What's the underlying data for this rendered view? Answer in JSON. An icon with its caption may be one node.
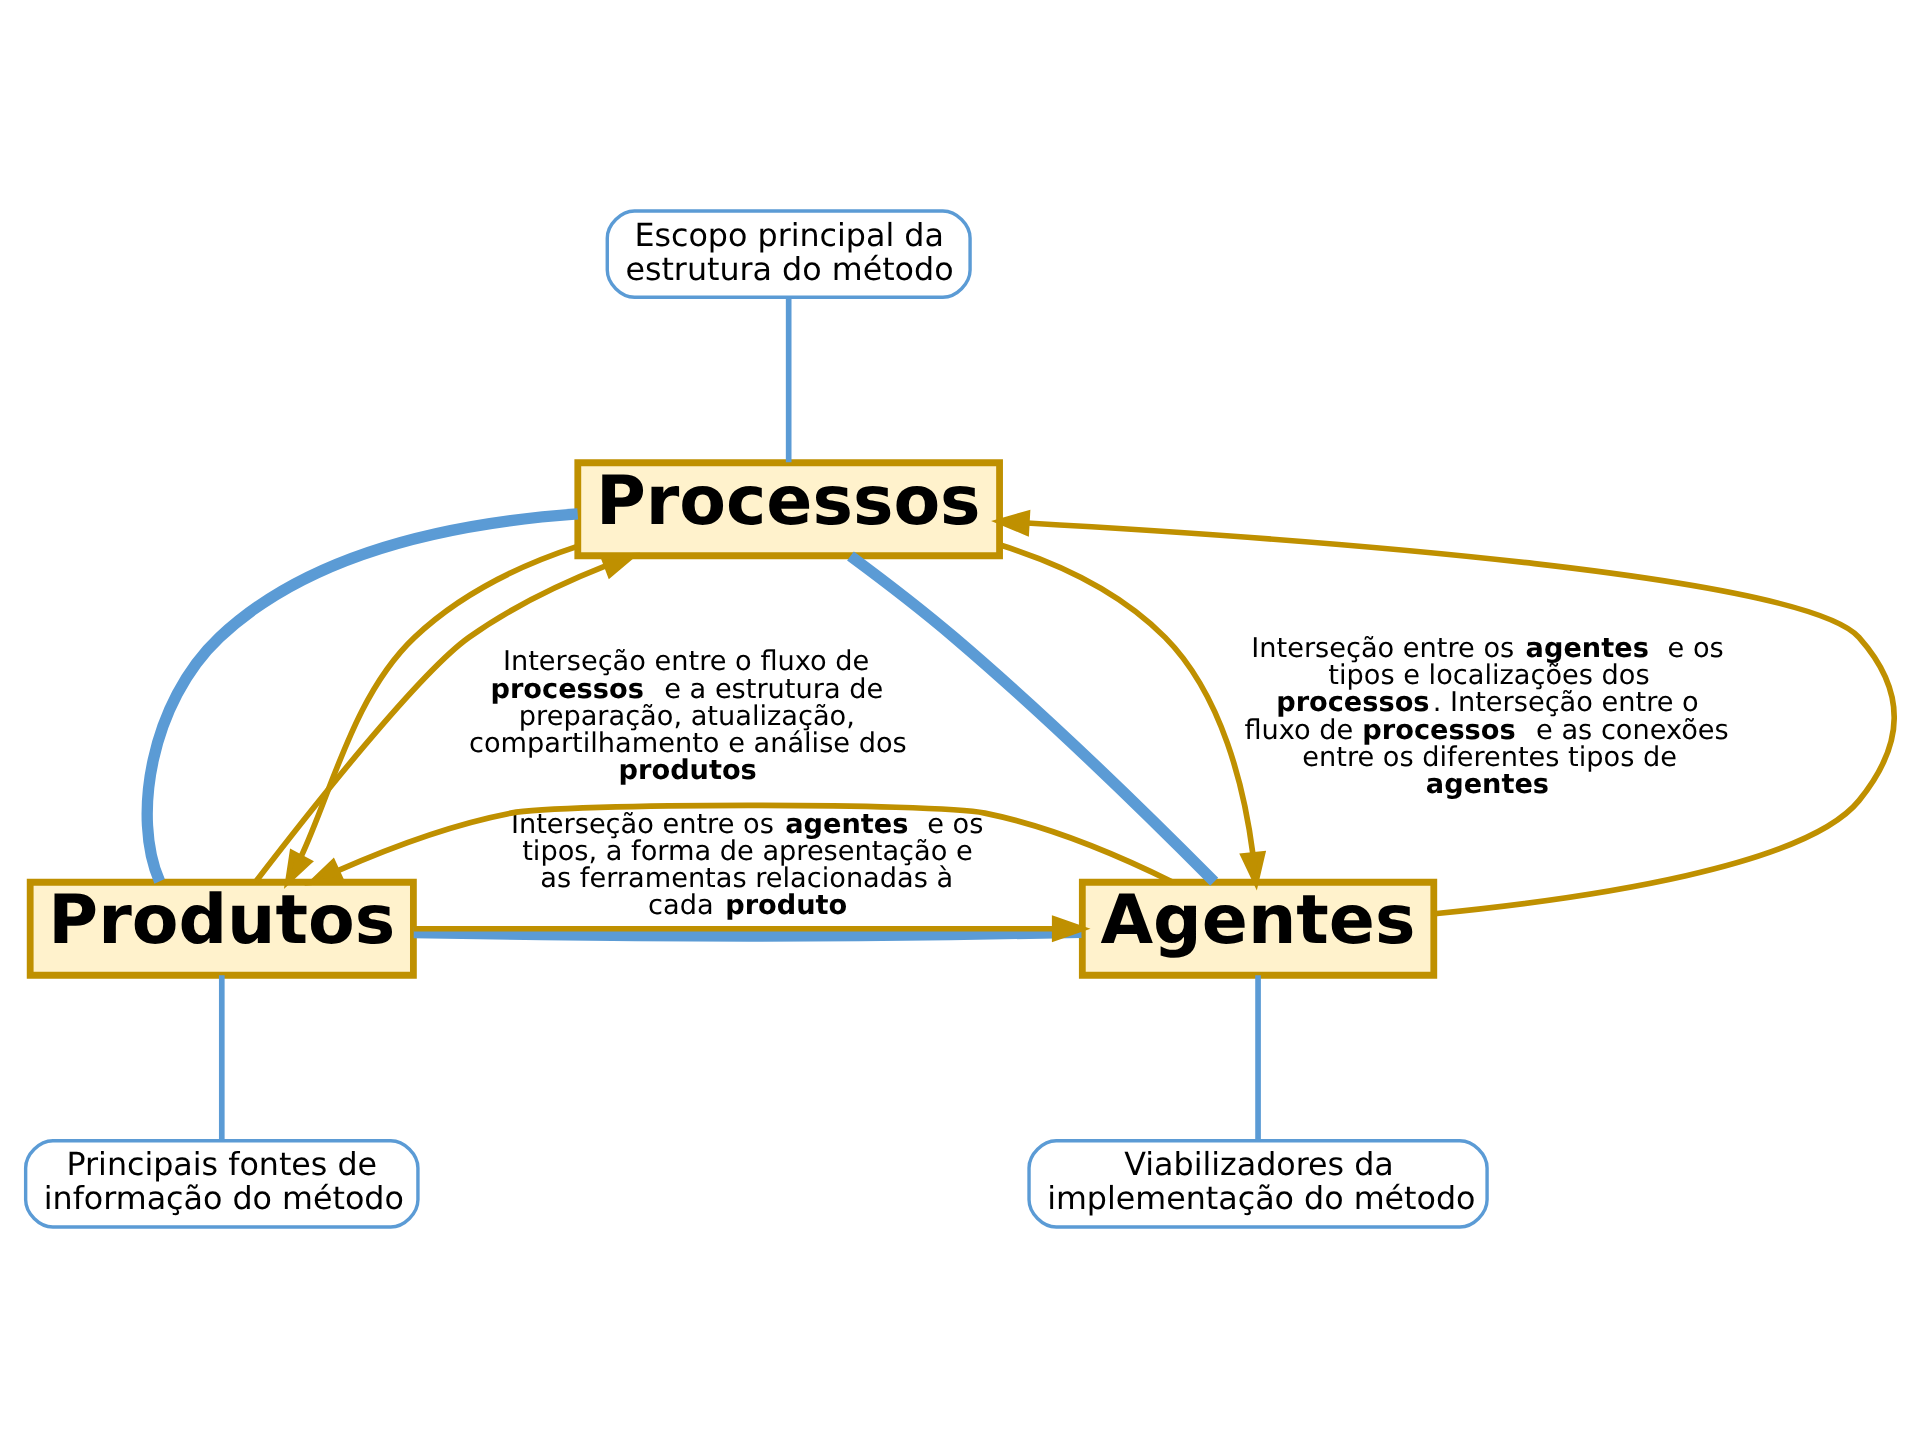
{
  "diagram": {
    "nodes": [
      {
        "text": [
          "Escopo principal da estrutura do método"
        ]
      },
      {
        "text": [
          "Processos"
        ]
      },
      {
        "text": [
          "Produtos"
        ]
      },
      {
        "text": [
          "Agentes"
        ]
      },
      {
        "text": [
          "Principais fontes de informação do método"
        ]
      },
      {
        "text": [
          "Viabilizadores da implementação do método"
        ]
      }
    ],
    "edges": [
      {
        "from": 0,
        "to": 1,
        "arrow": "none",
        "color": "#5b9bd5"
      },
      {
        "from": 1,
        "to": 2,
        "arrow": "none",
        "style": "thick",
        "color": "#5b9bd5"
      },
      {
        "from": 1,
        "to": 3,
        "arrow": "none",
        "style": "thick",
        "color": "#5b9bd5"
      },
      {
        "from": 2,
        "to": 3,
        "arrow": "none",
        "style": "thick",
        "color": "#5b9bd5"
      },
      {
        "from": 2,
        "to": 1,
        "arrow": "to",
        "color": "#bf9000",
        "label": "Interseção entre o fluxo de **processos** e a estrutura de preparação, atualização, compartilhamento e análise dos **produtos**"
      },
      {
        "from": 1,
        "to": 2,
        "arrow": "to",
        "color": "#bf9000"
      },
      {
        "from": 3,
        "to": 1,
        "arrow": "to",
        "color": "#bf9000"
      },
      {
        "from": 1,
        "to": 3,
        "arrow": "to",
        "color": "#bf9000",
        "label": "Interseção entre os **agentes** e os tipos e localizações dos **processos**. Interseção entre o fluxo de **processos** e as conexões entre os diferentes tipos de **agentes**"
      },
      {
        "from": 2,
        "to": 3,
        "arrow": "to",
        "color": "#bf9000",
        "label": "Interseção entre os **agentes** e os tipos, a forma de apresentação e as ferramentas relacionadas à cada **produto**"
      },
      {
        "from": 3,
        "to": 2,
        "arrow": "to",
        "color": "#bf9000"
      },
      {
        "from": 4,
        "to": 2,
        "arrow": "none",
        "color": "#5b9bd5"
      },
      {
        "from": 5,
        "to": 3,
        "arrow": "none",
        "color": "#5b9bd5"
      }
    ]
  }
}
